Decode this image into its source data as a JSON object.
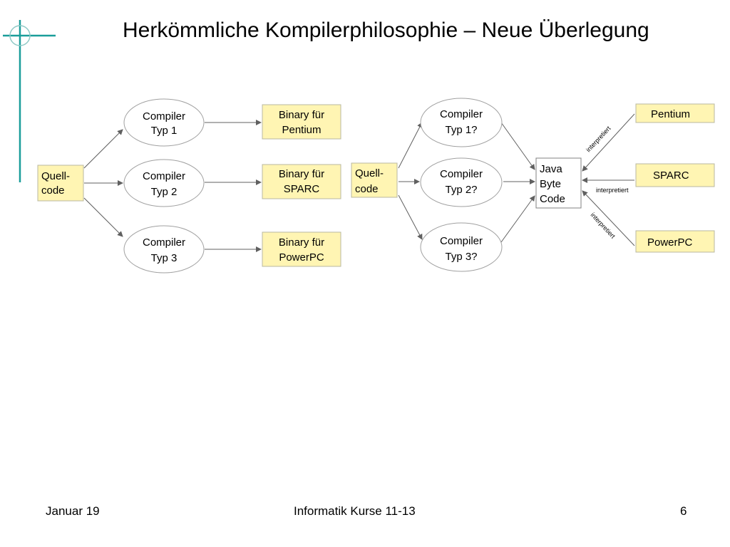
{
  "slide": {
    "title": "Herkömmliche Kompilerphilosophie – Neue Überlegung",
    "footer_left": "Januar 19",
    "footer_center": "Informatik Kurse 11-13",
    "footer_right": "6"
  },
  "colors": {
    "accent_teal": "#1a9e9a",
    "box_fill": "#fff5b3",
    "box_border": "#b8b8a0",
    "ellipse_border": "#a0a0a0",
    "arrow": "#606060"
  },
  "left_diagram": {
    "source": [
      "Quell-",
      "code"
    ],
    "compilers": [
      [
        "Compiler",
        "Typ 1"
      ],
      [
        "Compiler",
        "Typ 2"
      ],
      [
        "Compiler",
        "Typ 3"
      ]
    ],
    "binaries": [
      [
        "Binary für",
        "Pentium"
      ],
      [
        "Binary für",
        "SPARC"
      ],
      [
        "Binary für",
        "PowerPC"
      ]
    ]
  },
  "right_diagram": {
    "source": [
      "Quell-",
      "code"
    ],
    "compilers": [
      [
        "Compiler",
        "Typ 1?"
      ],
      [
        "Compiler",
        "Typ 2?"
      ],
      [
        "Compiler",
        "Typ 3?"
      ]
    ],
    "bytecode": [
      "Java",
      "Byte",
      "Code"
    ],
    "platforms": [
      "Pentium",
      "SPARC",
      "PowerPC"
    ],
    "edge_label": "interpretiert"
  }
}
